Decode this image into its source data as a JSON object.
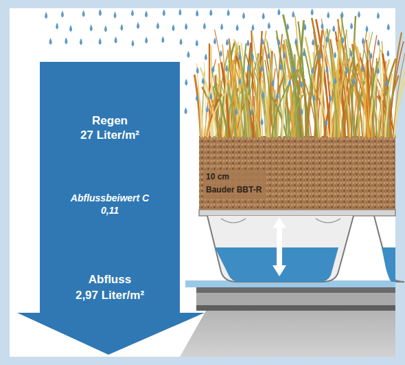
{
  "diagram": {
    "nodes": [
      {
        "text": [
          "Regen",
          "27 Liter/m²",
          "Abflussbeiwert C",
          "0,11",
          "Abfluss",
          "2,97 Liter/m²"
        ]
      }
    ],
    "labels": [
      "10 cm",
      "Bauder BBT-R"
    ]
  }
}
